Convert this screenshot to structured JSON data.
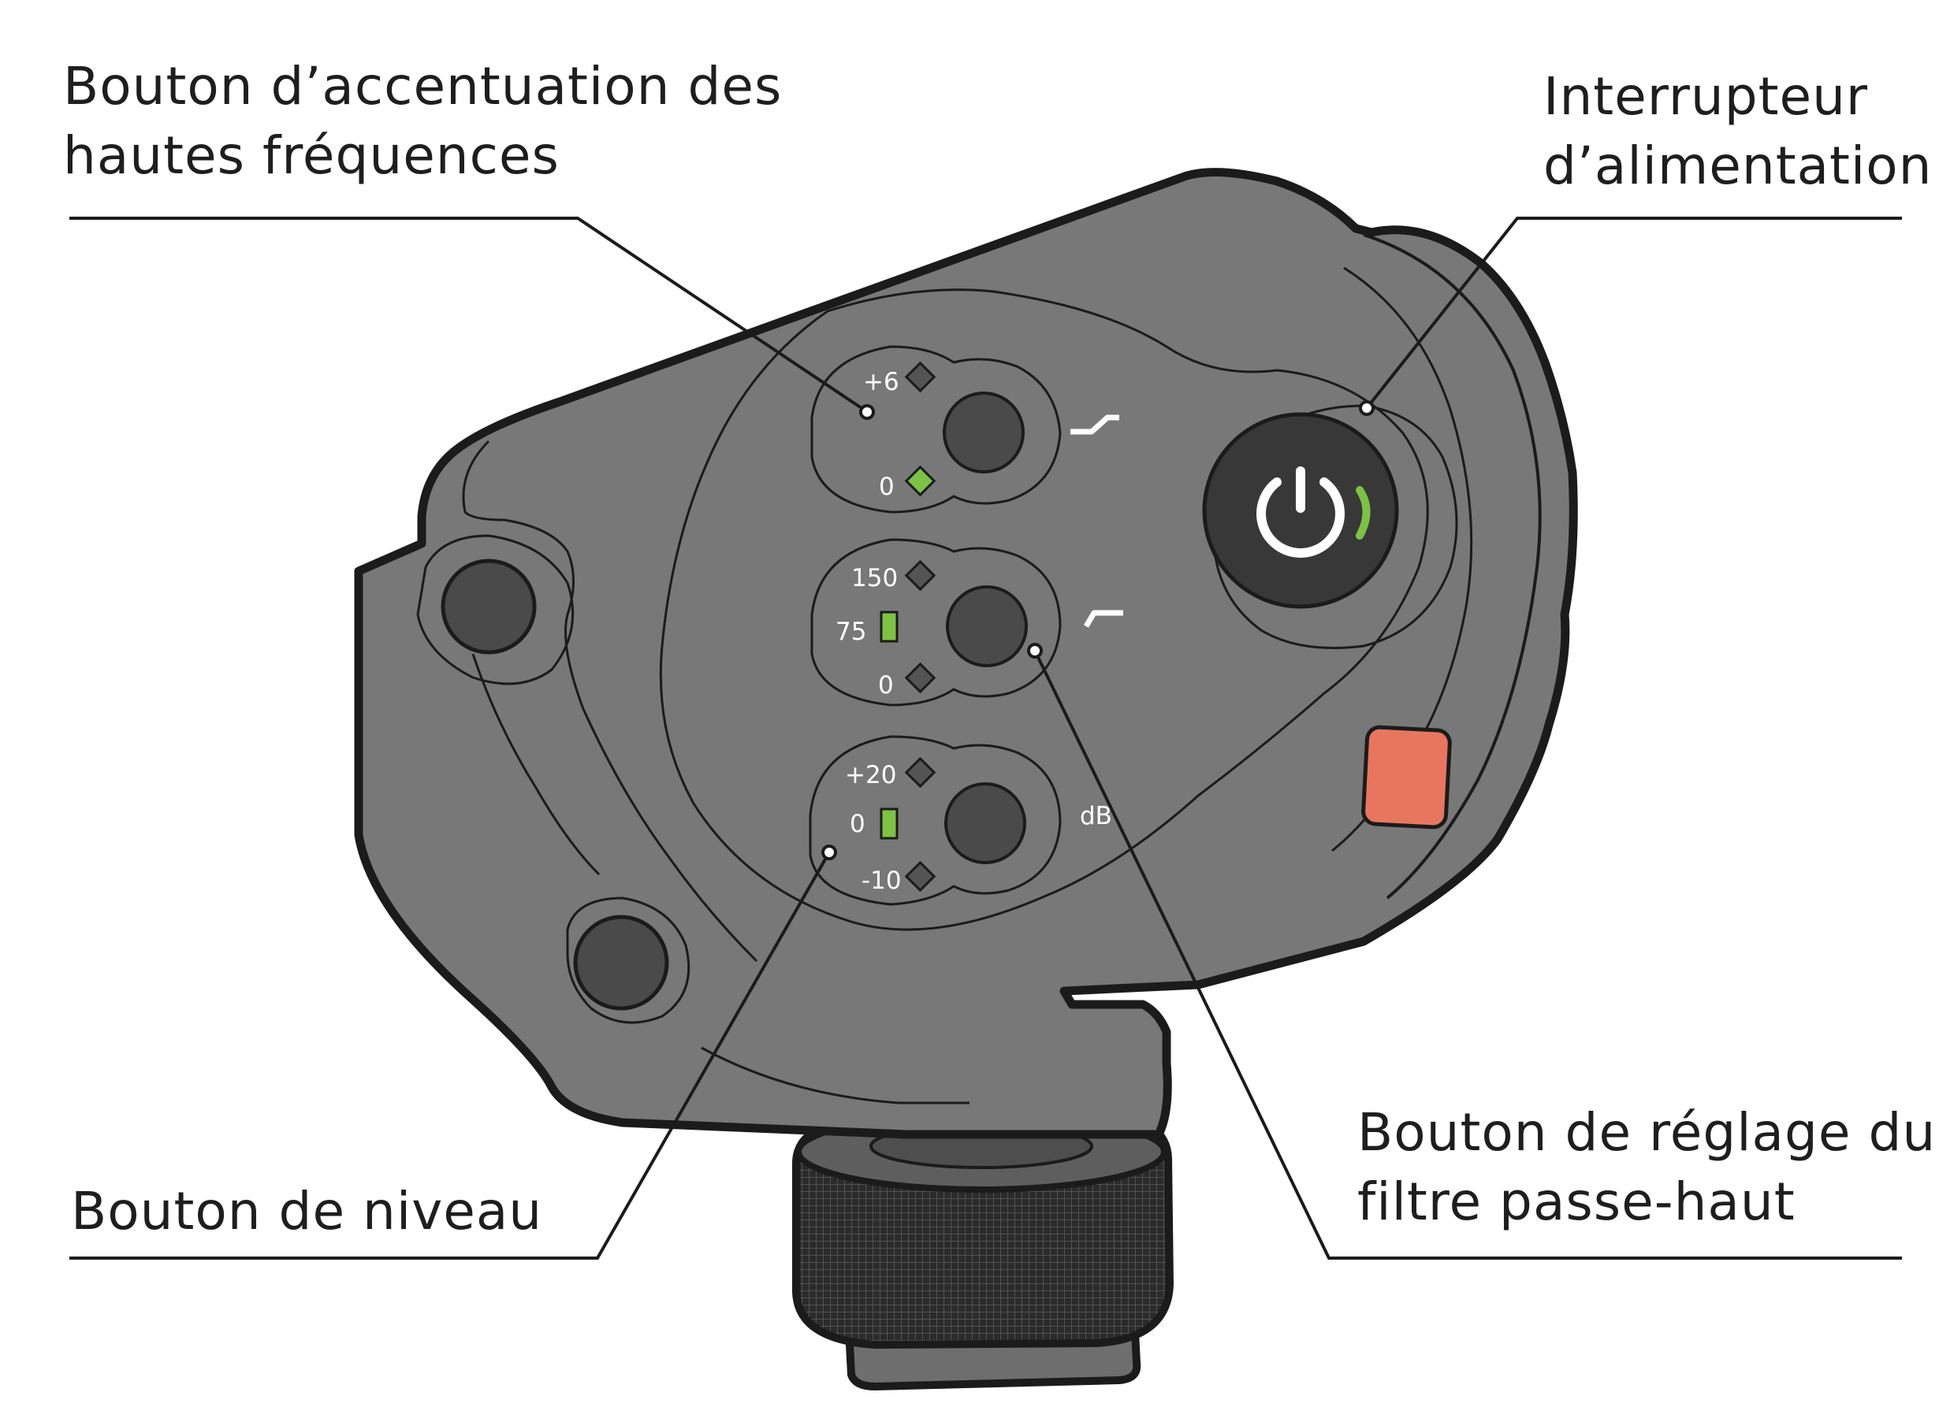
{
  "callouts": {
    "high_freq_boost": {
      "line1": "Bouton d’accentuation des",
      "line2": "hautes fréquences"
    },
    "power_switch": {
      "line1": "Interrupteur",
      "line2": "d’alimentation"
    },
    "level_knob": {
      "line1": "Bouton de niveau"
    },
    "high_pass": {
      "line1": "Bouton de réglage du",
      "line2": "filtre passe-haut"
    }
  },
  "device": {
    "boost_knob": {
      "labels": [
        "+6",
        "0"
      ],
      "active": "0"
    },
    "highpass_knob": {
      "labels": [
        "150",
        "75",
        "0"
      ],
      "active": "75"
    },
    "level_knob": {
      "labels": [
        "+20",
        "0",
        "-10"
      ],
      "active": "0",
      "unit": "dB"
    },
    "icons": [
      "high-shelf-boost-icon",
      "high-pass-filter-icon",
      "power-icon",
      "power-led-arc"
    ]
  },
  "colors": {
    "body": "#7a7a7a",
    "outline": "#1b1b1b",
    "knob": "#4a4a4a",
    "indicator_active": "#7dc242",
    "indicator_inactive": "#545454",
    "power_button": "#383838",
    "record_button": "#e8765f",
    "mount": "#2e2e2e"
  }
}
